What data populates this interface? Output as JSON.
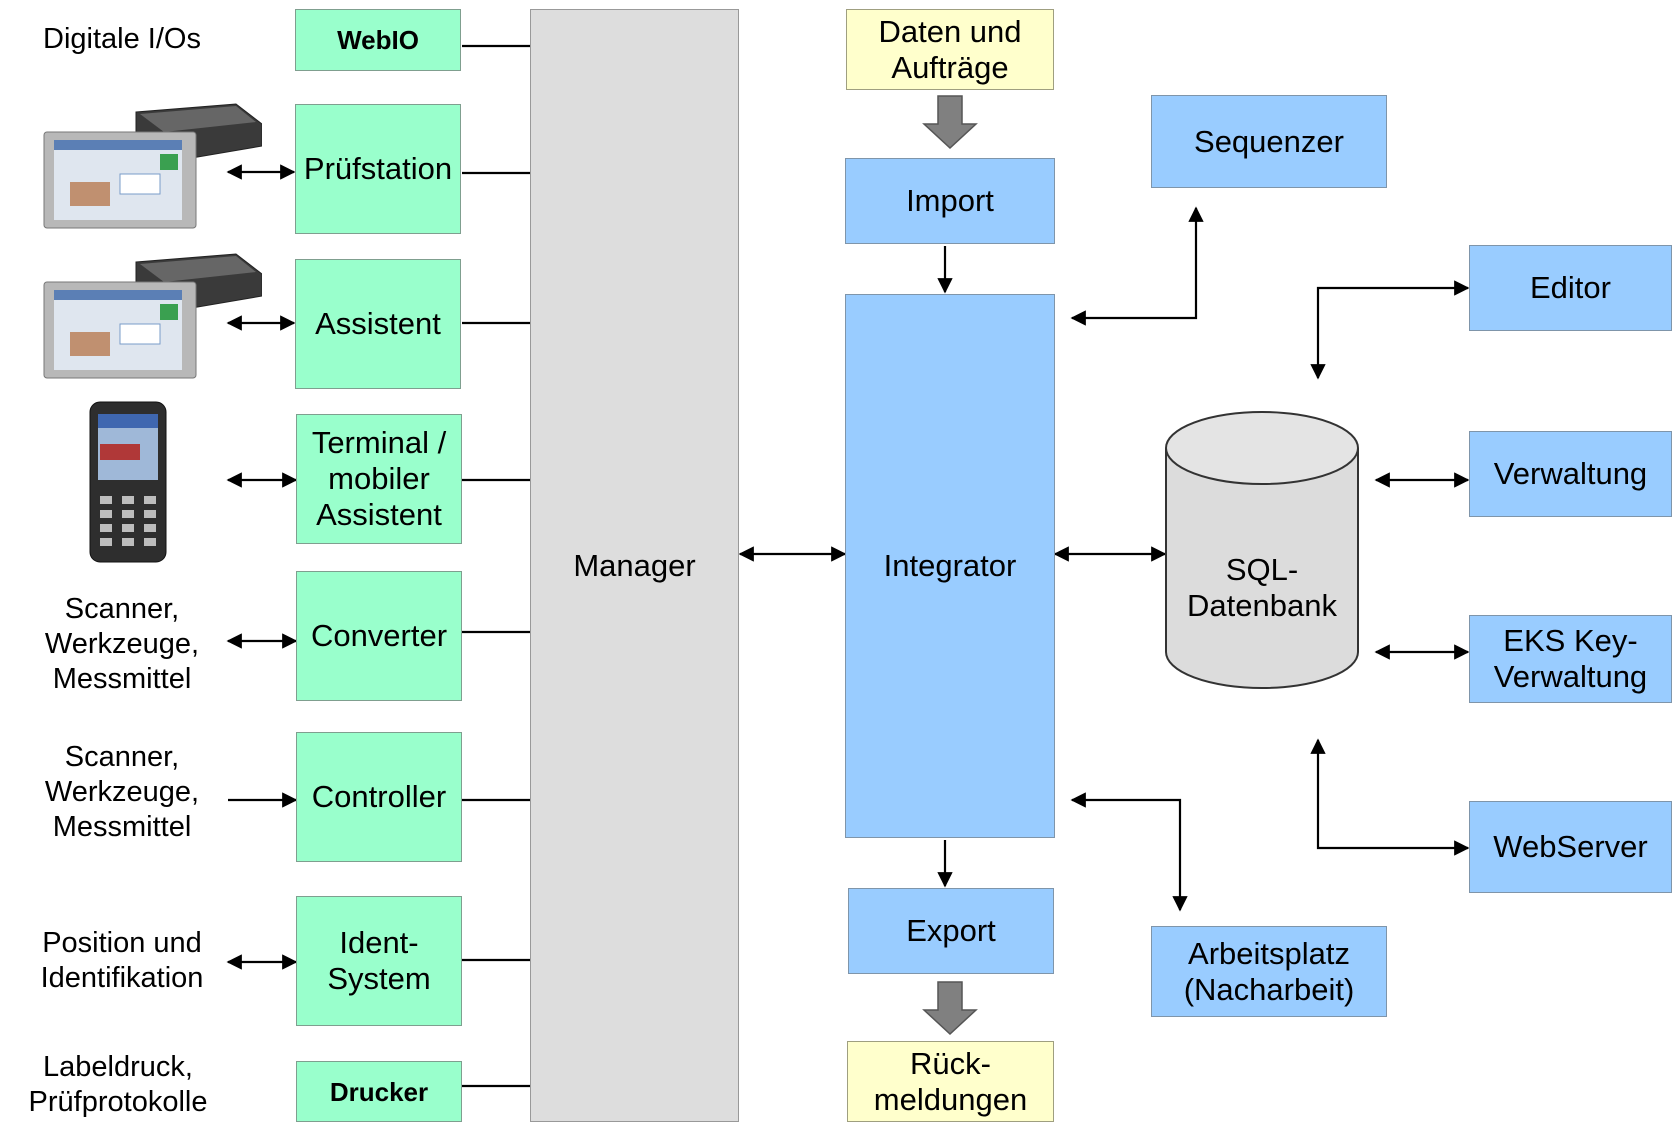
{
  "left_labels": {
    "digital_io": "Digitale I/Os",
    "scanner_converter": "Scanner,\nWerkzeuge,\nMessmittel",
    "scanner_controller": "Scanner,\nWerkzeuge,\nMessmittel",
    "position": "Position und\nIdentifikation",
    "labeldruck": "Labeldruck,\nPrüfprotokolle"
  },
  "green_boxes": {
    "webio": "WebIO",
    "pruefstation": "Prüfstation",
    "assistent": "Assistent",
    "terminal": "Terminal /\nmobiler\nAssistent",
    "converter": "Converter",
    "controller": "Controller",
    "ident": "Ident-\nSystem",
    "drucker": "Drucker"
  },
  "manager": "Manager",
  "flow": {
    "daten": "Daten und\nAufträge",
    "import": "Import",
    "integrator": "Integrator",
    "export": "Export",
    "rueck": "Rück-\nmeldungen"
  },
  "right": {
    "sequenzer": "Sequenzer",
    "database": "SQL-\nDatenbank",
    "arbeitsplatz": "Arbeitsplatz\n(Nacharbeit)",
    "editor": "Editor",
    "verwaltung": "Verwaltung",
    "eks": "EKS Key-\nVerwaltung",
    "webserver": "WebServer"
  },
  "icons": {
    "pc_station_1": "touch-panel-pc-icon",
    "pc_station_2": "touch-panel-pc-icon",
    "handheld": "handheld-terminal-icon"
  },
  "colors": {
    "green": "#99ffcc",
    "blue": "#99ccff",
    "yellow": "#ffffcc",
    "manager_gray": "#dddddd"
  }
}
